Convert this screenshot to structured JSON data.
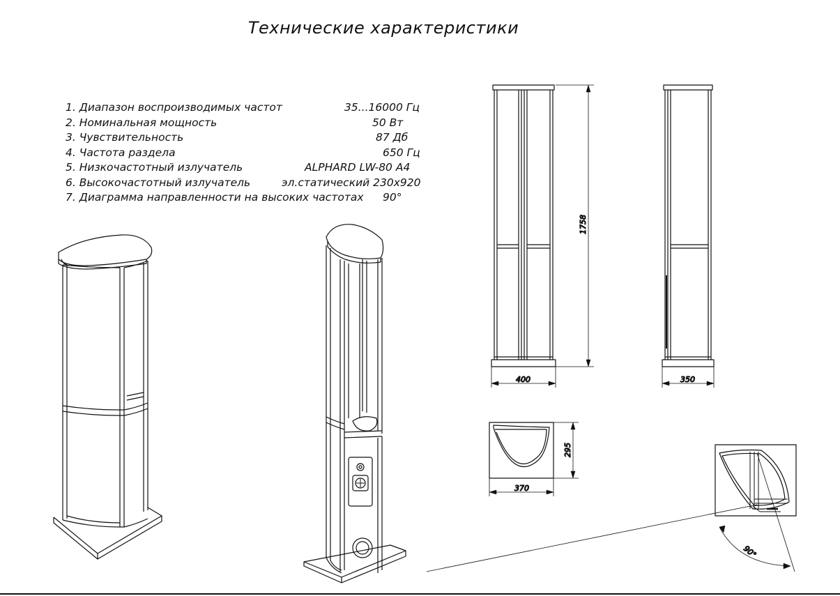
{
  "title": "Технические характеристики",
  "specs": [
    {
      "label": "1. Диапазон воспроизводимых частот",
      "value": "35...16000 Гц"
    },
    {
      "label": "2. Номинальная мощность",
      "value": "50 Вт"
    },
    {
      "label": "3. Чувствительность",
      "value": "87 Дб"
    },
    {
      "label": "4. Частота раздела",
      "value": "650 Гц"
    },
    {
      "label": "5. Низкочастотный излучатель",
      "value": "ALPHARD LW-80 A4"
    },
    {
      "label": "6. Высокочастотный излучатель",
      "value": "эл.статический 230x920"
    },
    {
      "label": "7. Диаграмма направленности на высоких частотах",
      "value": "90°"
    }
  ],
  "dimensions": {
    "front_height": "1758",
    "front_width": "400",
    "side_width": "350",
    "plan_depth": "295",
    "plan_width": "370",
    "angle": "90°"
  }
}
